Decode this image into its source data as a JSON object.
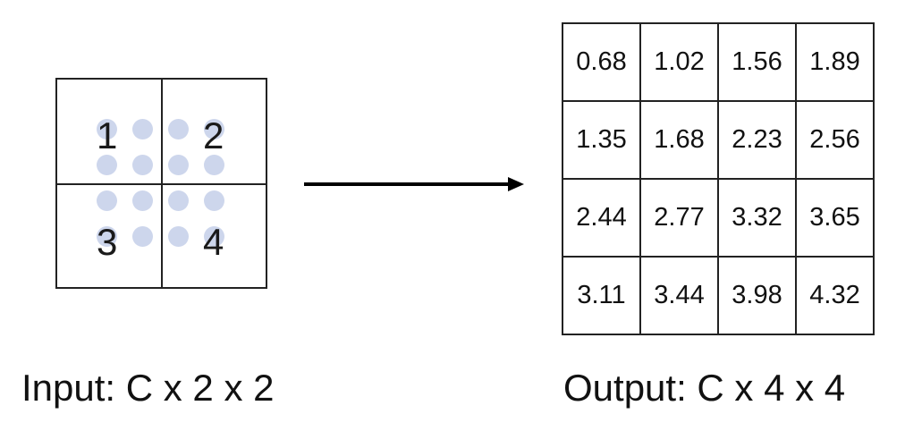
{
  "input": {
    "cells": [
      "1",
      "2",
      "3",
      "4"
    ],
    "caption": "Input: C x 2 x 2"
  },
  "output": {
    "rows": [
      [
        "0.68",
        "1.02",
        "1.56",
        "1.89"
      ],
      [
        "1.35",
        "1.68",
        "2.23",
        "2.56"
      ],
      [
        "2.44",
        "2.77",
        "3.32",
        "3.65"
      ],
      [
        "3.11",
        "3.44",
        "3.98",
        "4.32"
      ]
    ],
    "caption": "Output: C x 4 x 4"
  },
  "colors": {
    "sample_dot": "#cdd6ec",
    "grid_line": "#222222",
    "arrow": "#000000"
  }
}
